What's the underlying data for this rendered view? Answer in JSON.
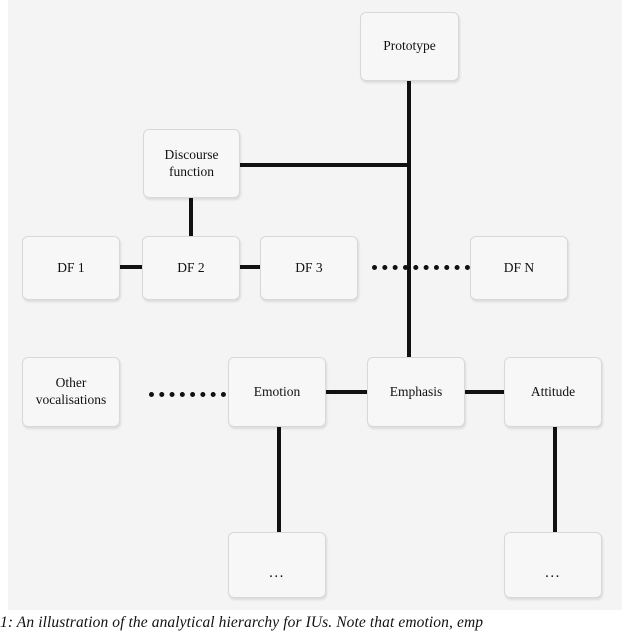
{
  "figure": {
    "background_color": "#f4f4f4",
    "node_fill": "#f7f7f7",
    "node_border": "#d8d8d8",
    "edge_color": "#111111",
    "nodes": {
      "prototype": "Prototype",
      "discourse_function": "Discourse\nfunction",
      "df1": "DF 1",
      "df2": "DF 2",
      "df3": "DF 3",
      "dfn": "DF N",
      "other_vocalisations": "Other\nvocalisations",
      "emotion": "Emotion",
      "emphasis": "Emphasis",
      "attitude": "Attitude",
      "emotion_children": "...",
      "attitude_children": "..."
    }
  },
  "caption": {
    "text": "1: An illustration of the analytical hierarchy for IUs. Note that emotion, emp"
  }
}
